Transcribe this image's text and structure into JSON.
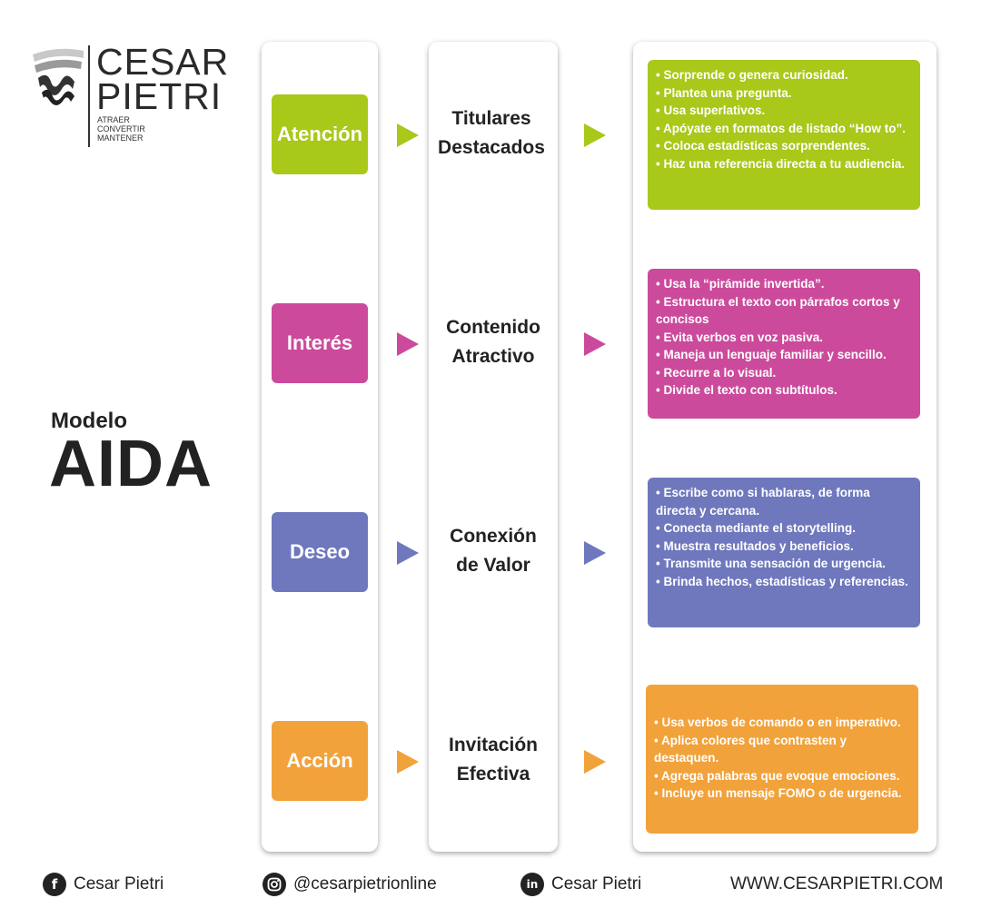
{
  "brand": {
    "name_line1": "CESAR",
    "name_line2": "PIETRI",
    "tagline": [
      "ATRAER",
      "CONVERTIR",
      "MANTENER"
    ]
  },
  "title": {
    "small": "Modelo",
    "large": "AIDA"
  },
  "colors": {
    "atencion": "#a8c81a",
    "interes": "#cc4a9c",
    "deseo": "#6f78bd",
    "accion": "#f2a23a"
  },
  "stages": [
    {
      "label": "Atención",
      "heading": [
        "Titulares",
        "Destacados"
      ],
      "tips": [
        "• Sorprende o genera curiosidad.",
        "• Plantea una pregunta.",
        "• Usa superlativos.",
        "• Apóyate en formatos de listado “How to”.",
        "• Coloca estadísticas sorprendentes.",
        "• Haz una referencia directa a tu audiencia."
      ]
    },
    {
      "label": "Interés",
      "heading": [
        "Contenido",
        "Atractivo"
      ],
      "tips": [
        "• Usa la “pirámide invertida”.",
        "• Estructura el texto con párrafos cortos y concisos",
        "• Evita verbos en voz pasiva.",
        "• Maneja un lenguaje familiar y sencillo.",
        "• Recurre a lo visual.",
        "• Divide el texto con subtítulos."
      ]
    },
    {
      "label": "Deseo",
      "heading": [
        "Conexión",
        "de Valor"
      ],
      "tips": [
        "• Escribe como si hablaras, de forma directa y cercana.",
        "• Conecta mediante el storytelling.",
        "• Muestra resultados y beneficios.",
        "• Transmite una sensación de urgencia.",
        "• Brinda hechos, estadísticas y referencias."
      ]
    },
    {
      "label": "Acción",
      "heading": [
        "Invitación",
        "Efectiva"
      ],
      "tips": [
        "• Usa verbos de comando o en imperativo.",
        "• Aplica colores que contrasten y destaquen.",
        "• Agrega palabras que evoque emociones.",
        "• Incluye un mensaje FOMO o de urgencia."
      ]
    }
  ],
  "footer": {
    "facebook": {
      "icon": "facebook-icon",
      "text": "Cesar Pietri"
    },
    "instagram": {
      "icon": "instagram-icon",
      "text": "@cesarpietrionline"
    },
    "linkedin": {
      "icon": "linkedin-icon",
      "text": "Cesar Pietri"
    },
    "website": "WWW.CESARPIETRI.COM"
  }
}
